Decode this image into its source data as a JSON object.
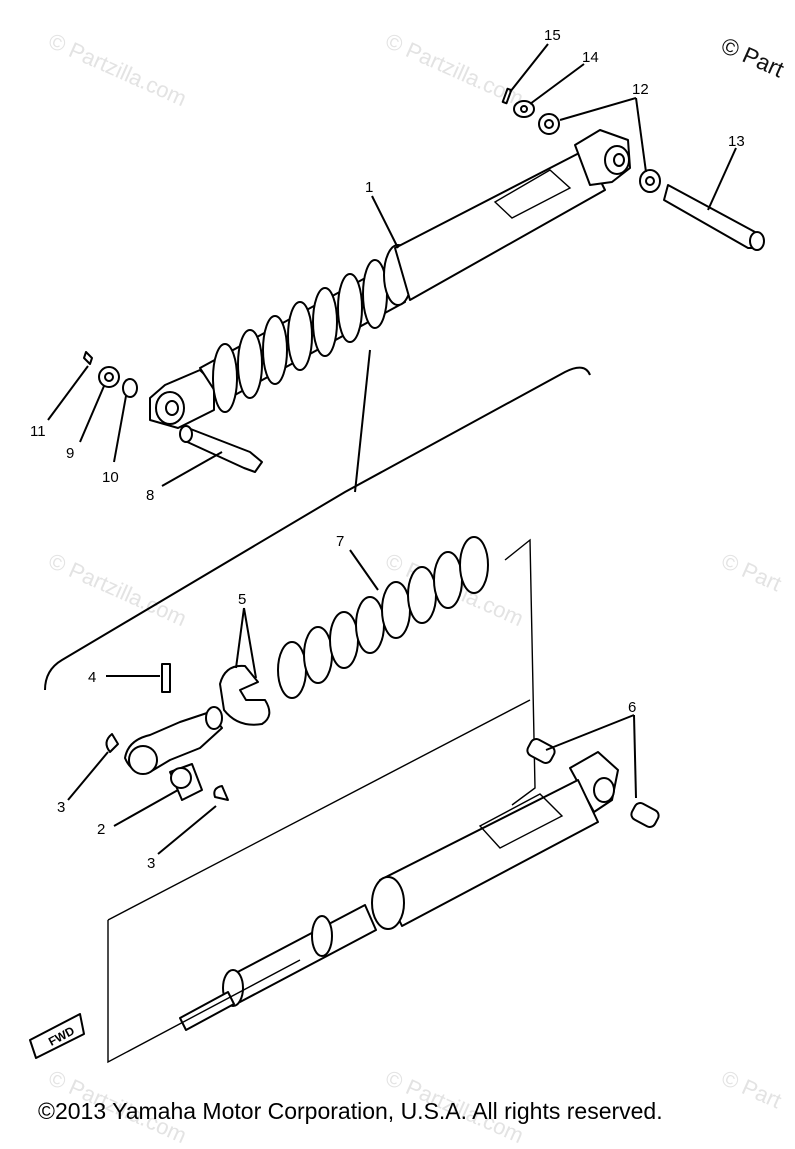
{
  "watermarks": [
    "© Partzilla.com",
    "© Partzilla.com",
    "© Part",
    "© Partzilla.com",
    "© Partzilla.com",
    "© Part",
    "© Partzilla.com",
    "© Partzilla.com",
    "© Part"
  ],
  "footer": {
    "copyright": "©2013 Yamaha Motor Corporation, U.S.A. All rights reserved."
  },
  "fwd_label": "FWD",
  "callouts": {
    "c1": "1",
    "c2": "2",
    "c3a": "3",
    "c3b": "3",
    "c4": "4",
    "c5": "5",
    "c6": "6",
    "c7": "7",
    "c8": "8",
    "c9": "9",
    "c10": "10",
    "c11": "11",
    "c12": "12",
    "c13": "13",
    "c14": "14",
    "c15": "15"
  },
  "colors": {
    "ink": "#000000",
    "watermark": "#e3e3e3",
    "background": "#ffffff"
  }
}
